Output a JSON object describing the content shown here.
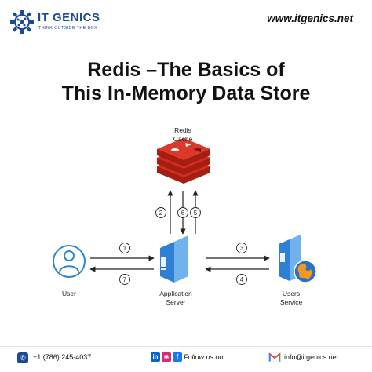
{
  "header": {
    "brand_name": "IT GENICS",
    "brand_tagline": "THINK OUTSIDE THE BOX",
    "website": "www.itgenics.net",
    "logo_icon": "gear-network-icon"
  },
  "title": {
    "line1": "Redis –The Basics of",
    "line2": "This In-Memory Data Store"
  },
  "diagram": {
    "nodes": {
      "cache": {
        "line1": "Redis",
        "line2": "Cache",
        "icon": "redis-stack-icon"
      },
      "user": {
        "label": "User",
        "icon": "user-icon"
      },
      "app": {
        "line1": "Application",
        "line2": "Server",
        "icon": "server-icon"
      },
      "users_service": {
        "line1": "Users",
        "line2": "Service",
        "icon": "server-globe-icon"
      }
    },
    "steps": {
      "s1": "1",
      "s2": "2",
      "s3": "3",
      "s4": "4",
      "s5": "5",
      "s6": "6",
      "s7": "7"
    }
  },
  "footer": {
    "phone": "+1 (786) 245-4037",
    "follow": "Follow us on",
    "email": "info@itgenics.net",
    "icons": [
      "phone-icon",
      "linkedin-icon",
      "instagram-icon",
      "facebook-icon",
      "gmail-icon"
    ]
  },
  "colors": {
    "brand": "#1c4b94",
    "redis": "#d82c20",
    "server_blue": "#4a90d9",
    "user_icon": "#2f86c9"
  }
}
